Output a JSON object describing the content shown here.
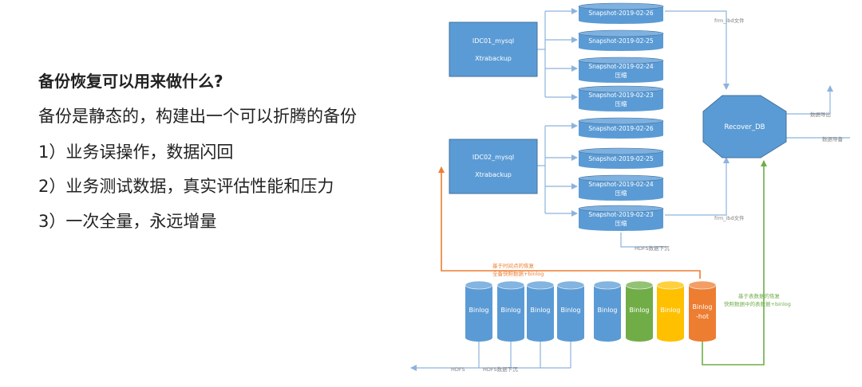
{
  "text": {
    "question": "备份恢复可以用来做什么?",
    "subtitle": "备份是静态的，构建出一个可以折腾的备份",
    "items": [
      "1）业务误操作，数据闪回",
      "2）业务测试数据，真实评估性能和压力",
      "3）一次全量，永远增量"
    ]
  },
  "diagram": {
    "sources": [
      {
        "name": "IDC01_mysql",
        "tool": "Xtrabackup"
      },
      {
        "name": "IDC02_mysql",
        "tool": "Xtrabackup"
      }
    ],
    "snapshots_idc01": [
      {
        "date": "Snapshot-2019-02-26",
        "sub": ""
      },
      {
        "date": "Snapshot-2019-02-25",
        "sub": ""
      },
      {
        "date": "Snapshot-2019-02-24",
        "sub": "压缩"
      },
      {
        "date": "Snapshot-2019-02-23",
        "sub": "压缩"
      }
    ],
    "snapshots_idc02": [
      {
        "date": "Snapshot-2019-02-26",
        "sub": ""
      },
      {
        "date": "Snapshot-2019-02-25",
        "sub": ""
      },
      {
        "date": "Snapshot-2019-02-24",
        "sub": "压缩"
      },
      {
        "date": "Snapshot-2019-02-23",
        "sub": "压缩"
      }
    ],
    "recover": "Recover_DB",
    "labels": {
      "frm_top": "frm_ibd文件",
      "frm_bottom": "frm_ibd文件",
      "data_export": "数据导出",
      "data_import": "数据导备",
      "hdfs_snap": "HDFS数据下沉",
      "pitr_line1": "基于时间点的恢复",
      "pitr_line2": "全备快照数据+binlog",
      "table_line1": "基于表数据的恢复",
      "table_line2": "快照数据中的表数据+binlog",
      "hdfs_bottom": "HDFS",
      "hdfs_bottom2": "HDFS数据下沉"
    },
    "binlogs": [
      {
        "label": "Binlog",
        "sub": "",
        "color": "#5b9bd5"
      },
      {
        "label": "Binlog",
        "sub": "",
        "color": "#5b9bd5"
      },
      {
        "label": "Binlog",
        "sub": "",
        "color": "#5b9bd5"
      },
      {
        "label": "Binlog",
        "sub": "",
        "color": "#5b9bd5"
      },
      {
        "label": "Binlog",
        "sub": "",
        "color": "#5b9bd5"
      },
      {
        "label": "Binlog",
        "sub": "",
        "color": "#70ad47"
      },
      {
        "label": "Binlog",
        "sub": "",
        "color": "#ffc000"
      },
      {
        "label": "Binlog",
        "sub": "-hot",
        "color": "#ed7d31"
      }
    ],
    "colors": {
      "blue": "#5b9bd5",
      "blue_dark": "#41719c",
      "line": "#8db3dc",
      "orange": "#ed7d31",
      "green": "#70ad47",
      "label_text": "#7f7f7f"
    }
  }
}
